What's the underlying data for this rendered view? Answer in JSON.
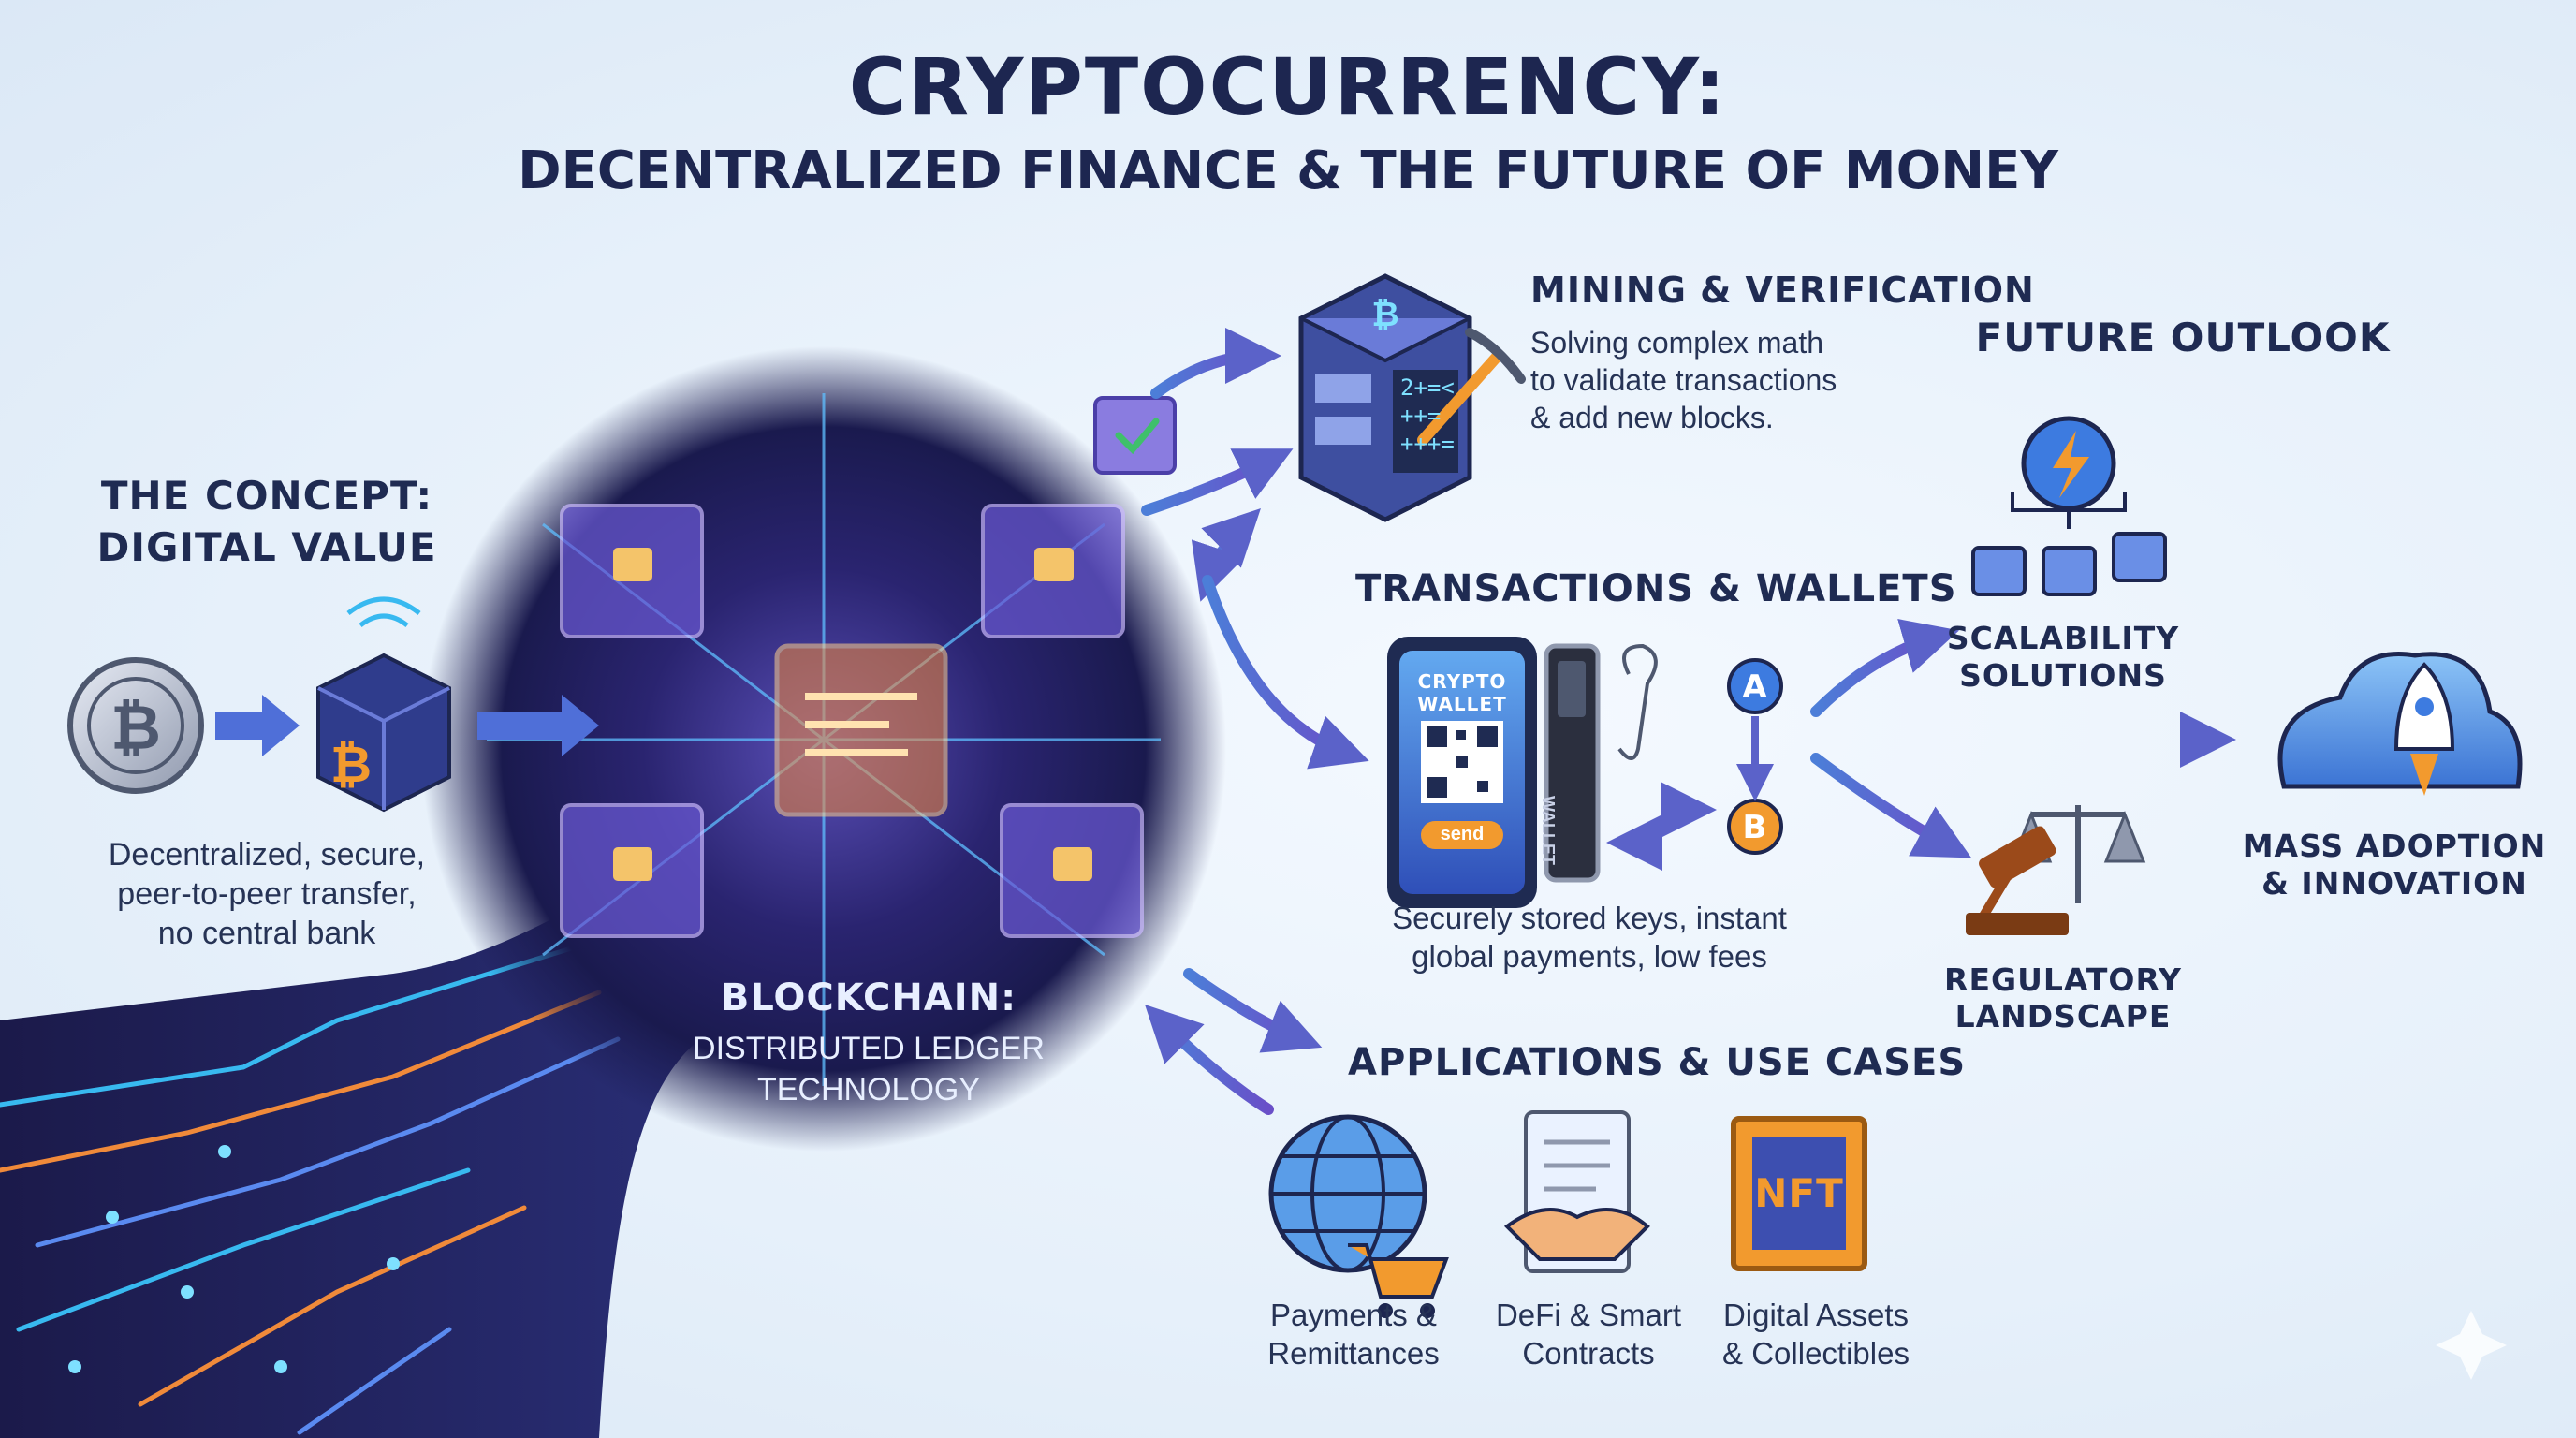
{
  "title": "CRYPTOCURRENCY:",
  "subtitle": "DECENTRALIZED FINANCE & THE FUTURE OF MONEY",
  "concept": {
    "heading_line1": "THE CONCEPT:",
    "heading_line2": "DIGITAL VALUE",
    "desc_line1": "Decentralized, secure,",
    "desc_line2": "peer-to-peer transfer,",
    "desc_line3": "no central bank"
  },
  "blockchain": {
    "heading": "BLOCKCHAIN:",
    "sub_line1": "DISTRIBUTED LEDGER",
    "sub_line2": "TECHNOLOGY"
  },
  "mining": {
    "heading": "MINING & VERIFICATION",
    "desc_line1": "Solving complex math",
    "desc_line2": "to validate transactions",
    "desc_line3": "& add new blocks.",
    "screen_text": [
      "2+=<",
      "++=",
      "+++="
    ]
  },
  "transactions": {
    "heading": "TRANSACTIONS & WALLETS",
    "phone_line1": "CRYPTO",
    "phone_line2": "WALLET",
    "send_label": "send",
    "hw_wallet_label": "WALLET",
    "node_a": "A",
    "node_b": "B",
    "desc_line1": "Securely stored keys, instant",
    "desc_line2": "global payments, low fees"
  },
  "applications": {
    "heading": "APPLICATIONS & USE CASES",
    "items": [
      {
        "line1": "Payments &",
        "line2": "Remittances",
        "icon": "globe-cart-icon"
      },
      {
        "line1": "DeFi & Smart",
        "line2": "Contracts",
        "icon": "handshake-contract-icon"
      },
      {
        "line1": "Digital Assets",
        "line2": "& Collectibles",
        "icon": "nft-frame-icon",
        "badge": "NFT"
      }
    ]
  },
  "future": {
    "heading": "FUTURE OUTLOOK",
    "scalability_line1": "SCALABILITY",
    "scalability_line2": "SOLUTIONS",
    "regulatory_line1": "REGULATORY",
    "regulatory_line2": "LANDSCAPE",
    "adoption_line1": "MASS ADOPTION",
    "adoption_line2": "& INNOVATION"
  },
  "colors": {
    "navy": "#1d2650",
    "purple": "#6a5acd",
    "blue": "#3d7be0",
    "orange": "#f29a2e",
    "cyan": "#7ee0ff"
  }
}
